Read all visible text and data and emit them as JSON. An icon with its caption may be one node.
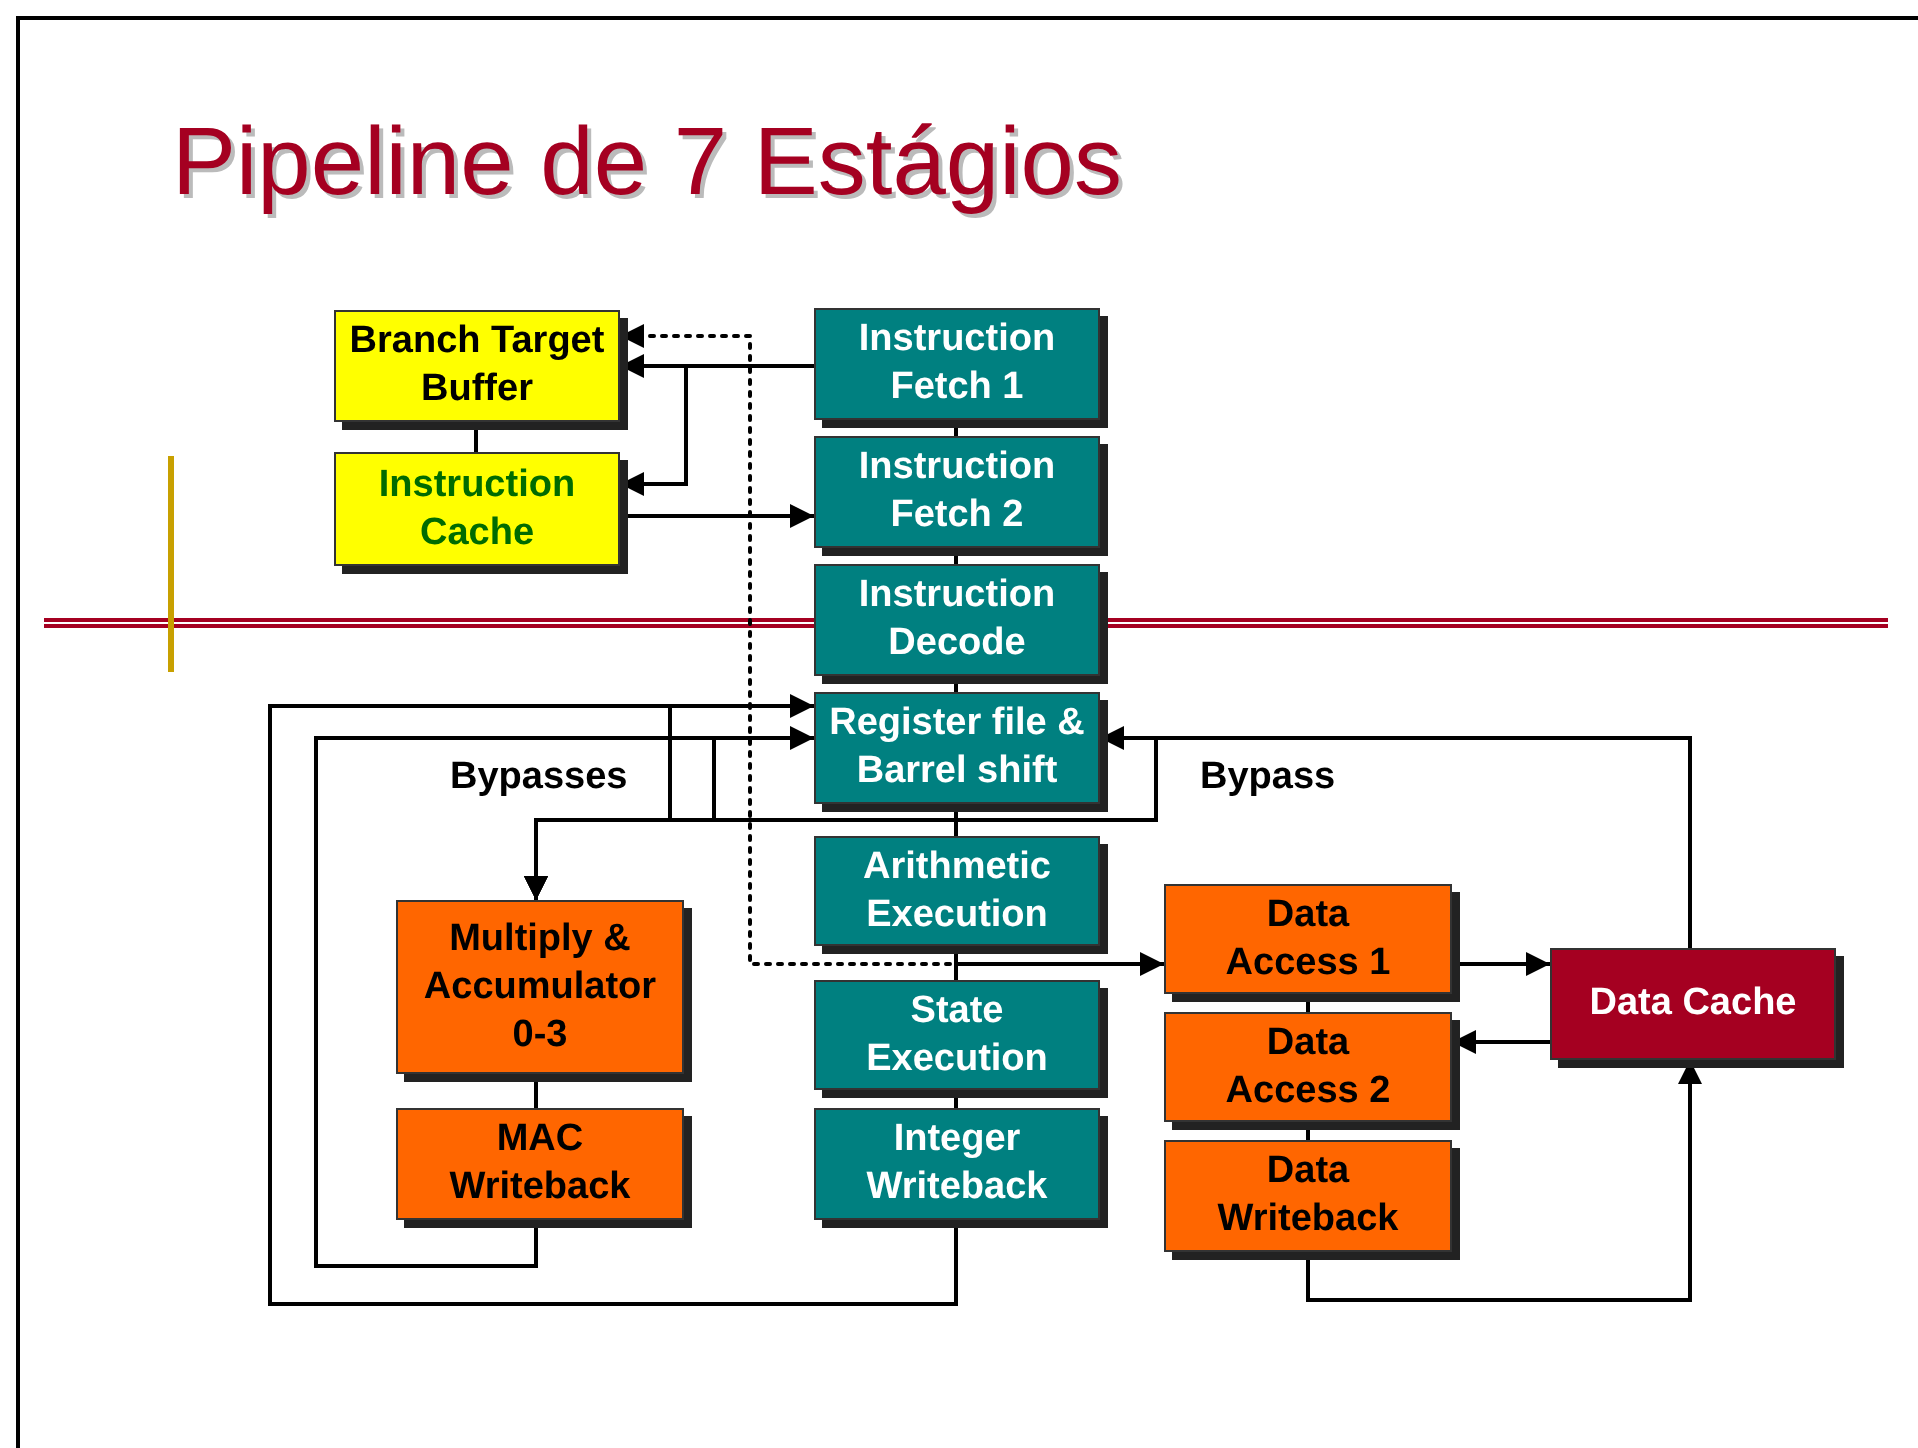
{
  "diagram": {
    "title": "Pipeline de 7 Estágios",
    "nodes": [
      {
        "text": [
          "Branch Target Buffer"
        ]
      },
      {
        "text": [
          "Instruction Cache"
        ]
      },
      {
        "text": [
          "Instruction Fetch 1"
        ]
      },
      {
        "text": [
          "Instruction Fetch 2"
        ]
      },
      {
        "text": [
          "Instruction Decode"
        ]
      },
      {
        "text": [
          "Register file & Barrel shift"
        ]
      },
      {
        "text": [
          "Arithmetic Execution"
        ]
      },
      {
        "text": [
          "State Execution"
        ]
      },
      {
        "text": [
          "Integer Writeback"
        ]
      },
      {
        "text": [
          "Multiply & Accumulator 0-3"
        ]
      },
      {
        "text": [
          "MAC Writeback"
        ]
      },
      {
        "text": [
          "Data Access 1"
        ]
      },
      {
        "text": [
          "Data Access 2"
        ]
      },
      {
        "text": [
          "Data Writeback"
        ]
      },
      {
        "text": [
          "Data Cache"
        ]
      }
    ],
    "edges": [
      {
        "from": 2,
        "to": 0,
        "arrow": "to"
      },
      {
        "from": 2,
        "to": 1,
        "arrow": "to"
      },
      {
        "from": 1,
        "to": 3,
        "arrow": "to"
      },
      {
        "from": 0,
        "to": 1,
        "arrow": "none"
      },
      {
        "from": 6,
        "to": 0,
        "arrow": "to",
        "style": "dashed"
      },
      {
        "from": 6,
        "to": 11,
        "arrow": "to"
      },
      {
        "from": 2,
        "to": 3,
        "arrow": "none"
      },
      {
        "from": 3,
        "to": 4,
        "arrow": "none"
      },
      {
        "from": 4,
        "to": 5,
        "arrow": "none"
      },
      {
        "from": 5,
        "to": 6,
        "arrow": "none"
      },
      {
        "from": 6,
        "to": 7,
        "arrow": "none"
      },
      {
        "from": 7,
        "to": 8,
        "arrow": "none"
      },
      {
        "from": 9,
        "to": 10,
        "arrow": "none"
      },
      {
        "from": 11,
        "to": 12,
        "arrow": "none"
      },
      {
        "from": 12,
        "to": 13,
        "arrow": "none"
      },
      {
        "from": 11,
        "to": 14,
        "arrow": "to"
      },
      {
        "from": 14,
        "to": 12,
        "arrow": "to"
      },
      {
        "from": 5,
        "to": 9,
        "arrow": "to"
      },
      {
        "from": 8,
        "to": 5,
        "arrow": "to"
      },
      {
        "from": 8,
        "to": 9,
        "arrow": "to"
      },
      {
        "from": 10,
        "to": 5,
        "arrow": "to"
      },
      {
        "from": 10,
        "to": 9,
        "arrow": "to"
      },
      {
        "from": 13,
        "to": 14,
        "arrow": "to"
      },
      {
        "from": 14,
        "to": 5,
        "arrow": "to"
      },
      {
        "from": 14,
        "to": 9,
        "arrow": "to"
      }
    ],
    "labels": [
      "Bypasses",
      "Bypass"
    ]
  }
}
